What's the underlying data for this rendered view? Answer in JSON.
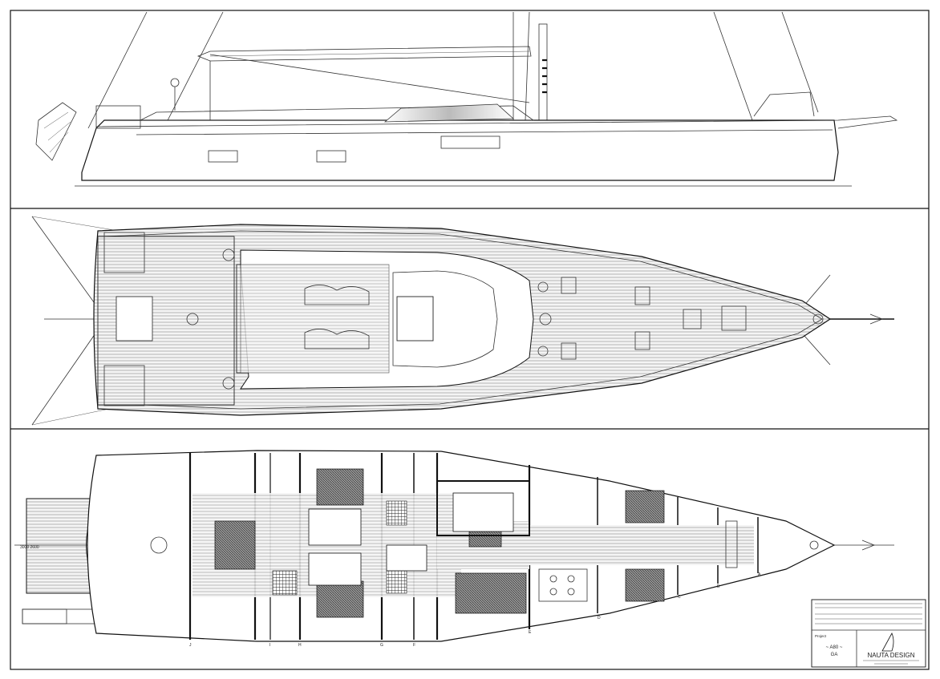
{
  "drawing": {
    "project": "Project",
    "design_name": "~ A80 ~",
    "sheet_type": "GA",
    "studio": "NAUTA DESIGN"
  },
  "station_letters": [
    "J",
    "I",
    "H",
    "G",
    "F",
    "E",
    "D",
    "C",
    "B",
    "A"
  ],
  "dims": {
    "stern_dim": "3000 2600"
  },
  "colors": {
    "ink": "#111111",
    "paper": "#ffffff",
    "hatch": "#777777"
  }
}
